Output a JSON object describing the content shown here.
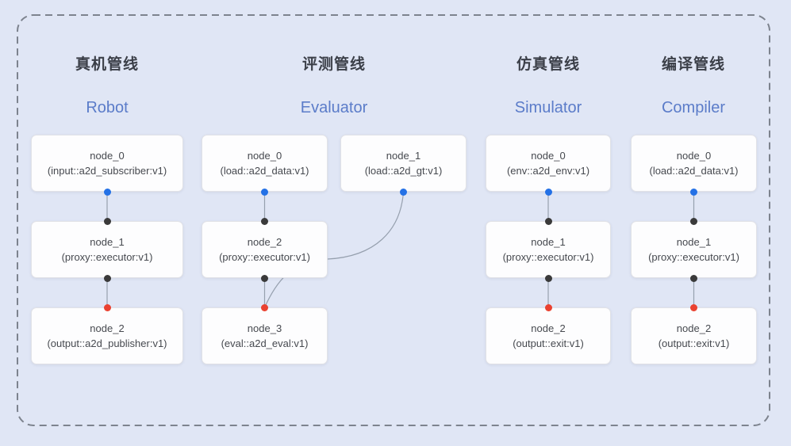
{
  "pipelines": [
    {
      "title_zh": "真机管线",
      "title_en": "Robot",
      "nodes": [
        {
          "name": "node_0",
          "impl": "(input::a2d_subscriber:v1)"
        },
        {
          "name": "node_1",
          "impl": "(proxy::executor:v1)"
        },
        {
          "name": "node_2",
          "impl": "(output::a2d_publisher:v1)"
        }
      ]
    },
    {
      "title_zh": "评测管线",
      "title_en": "Evaluator",
      "nodes": [
        {
          "name": "node_0",
          "impl": "(load::a2d_data:v1)"
        },
        {
          "name": "node_1",
          "impl": "(load::a2d_gt:v1)"
        },
        {
          "name": "node_2",
          "impl": "(proxy::executor:v1)"
        },
        {
          "name": "node_3",
          "impl": "(eval::a2d_eval:v1)"
        }
      ]
    },
    {
      "title_zh": "仿真管线",
      "title_en": "Simulator",
      "nodes": [
        {
          "name": "node_0",
          "impl": "(env::a2d_env:v1)"
        },
        {
          "name": "node_1",
          "impl": "(proxy::executor:v1)"
        },
        {
          "name": "node_2",
          "impl": "(output::exit:v1)"
        }
      ]
    },
    {
      "title_zh": "编译管线",
      "title_en": "Compiler",
      "nodes": [
        {
          "name": "node_0",
          "impl": "(load::a2d_data:v1)"
        },
        {
          "name": "node_1",
          "impl": "(proxy::executor:v1)"
        },
        {
          "name": "node_2",
          "impl": "(output::exit:v1)"
        }
      ]
    }
  ],
  "colors": {
    "background": "#e0e6f5",
    "frame_dash": "#7d838e",
    "edge": "#96a0ae",
    "node_bg": "#fdfdfe",
    "node_border": "#e1e2e7",
    "node_text": "#46494f",
    "title_zh": "#3b3f48",
    "title_en": "#5b7cc9",
    "dot_blue": "#2471e6",
    "dot_black": "#3a3a3a",
    "dot_red": "#ea4130"
  }
}
